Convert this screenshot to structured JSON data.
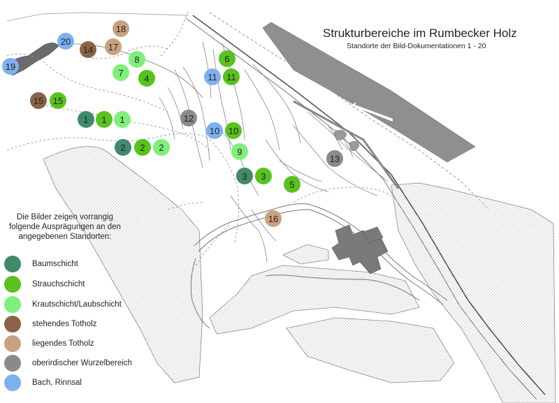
{
  "title": "Strukturbereiche im Rumbecker Holz",
  "subtitle": "Standorte der Bild-Dokumentationen 1 - 20",
  "legend": {
    "intro": [
      "Die Bilder  zeigen vorrangig",
      "folgende Ausprägungen an den",
      "angegebenen Standorten:"
    ],
    "items": [
      {
        "key": "baum",
        "label": "Baumschicht",
        "color": "#3f8a6c"
      },
      {
        "key": "strauch",
        "label": "Strauchschicht",
        "color": "#58c21e"
      },
      {
        "key": "kraut",
        "label": "Krautschicht/Laubschicht",
        "color": "#7ef07a"
      },
      {
        "key": "stehend",
        "label": "stehendes Totholz",
        "color": "#8a6248"
      },
      {
        "key": "liegend",
        "label": "liegendes Totholz",
        "color": "#c8a27f"
      },
      {
        "key": "wurzel",
        "label": "oberirdischer Wurzelbereich",
        "color": "#8a8a8a"
      },
      {
        "key": "bach",
        "label": "Bach, Rinnsal",
        "color": "#7eb0f0"
      }
    ]
  },
  "markers": [
    {
      "label": "18",
      "type": "liegend"
    },
    {
      "label": "20",
      "type": "bach"
    },
    {
      "label": "14",
      "type": "stehend"
    },
    {
      "label": "17",
      "type": "liegend"
    },
    {
      "label": "19",
      "type": "bach"
    },
    {
      "label": "8",
      "type": "kraut"
    },
    {
      "label": "7",
      "type": "kraut"
    },
    {
      "label": "4",
      "type": "strauch"
    },
    {
      "label": "15",
      "type": "stehend"
    },
    {
      "label": "15",
      "type": "strauch"
    },
    {
      "label": "1",
      "type": "baum"
    },
    {
      "label": "1",
      "type": "strauch"
    },
    {
      "label": "1",
      "type": "kraut"
    },
    {
      "label": "2",
      "type": "baum"
    },
    {
      "label": "2",
      "type": "strauch"
    },
    {
      "label": "2",
      "type": "kraut"
    },
    {
      "label": "6",
      "type": "strauch"
    },
    {
      "label": "11",
      "type": "bach"
    },
    {
      "label": "11",
      "type": "strauch"
    },
    {
      "label": "12",
      "type": "wurzel"
    },
    {
      "label": "10",
      "type": "bach"
    },
    {
      "label": "10",
      "type": "strauch"
    },
    {
      "label": "9",
      "type": "kraut"
    },
    {
      "label": "3",
      "type": "baum"
    },
    {
      "label": "3",
      "type": "strauch"
    },
    {
      "label": "5",
      "type": "strauch"
    },
    {
      "label": "13",
      "type": "wurzel"
    },
    {
      "label": "16",
      "type": "liegend"
    }
  ]
}
